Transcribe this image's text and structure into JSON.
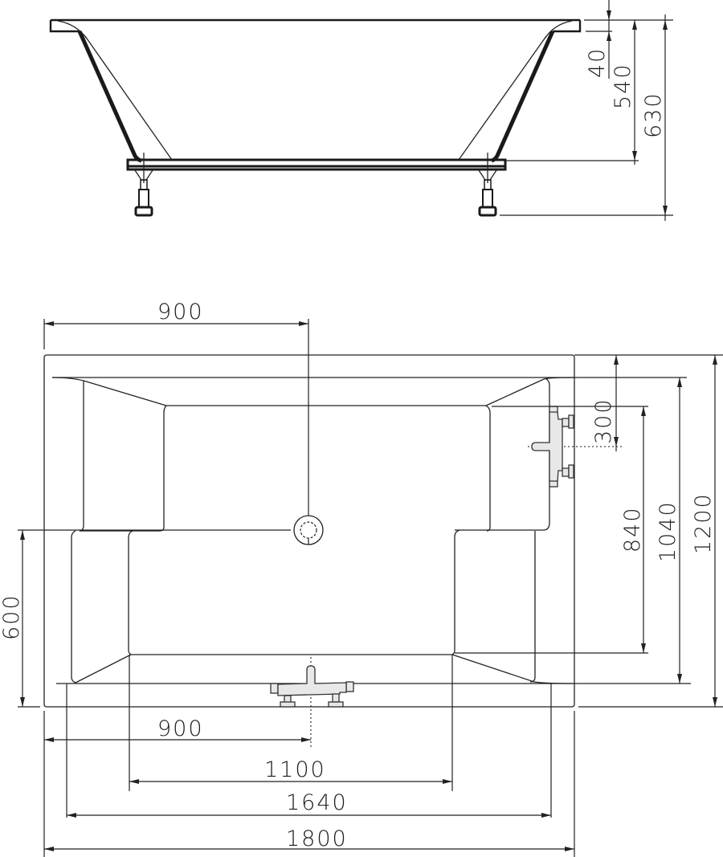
{
  "drawing": {
    "type": "bathtub technical drawing",
    "views": [
      "side-elevation",
      "plan-view"
    ]
  },
  "side_view": {
    "dimensions": {
      "rim_thickness": "40",
      "tub_depth": "540",
      "total_height": "630"
    }
  },
  "plan_view": {
    "dimensions": {
      "drain_from_left_top": "900",
      "mixer_from_left_bottom": "900",
      "inner_floor_width": "1100",
      "inner_width": "1640",
      "overall_length": "1800",
      "tap_offset_from_top": "300",
      "inner_floor_depth": "840",
      "inner_depth": "1040",
      "overall_width": "1200",
      "drain_height_from_bottom": "600"
    },
    "fixtures": {
      "drain": "drain-overflow-icon",
      "side_mixer": "side-mixer-tap-icon",
      "front_mixer": "front-mixer-tap-icon"
    }
  },
  "colors": {
    "line": "#1a1a1a",
    "fixture_fill": "#e8e8e8",
    "background": "#ffffff"
  }
}
